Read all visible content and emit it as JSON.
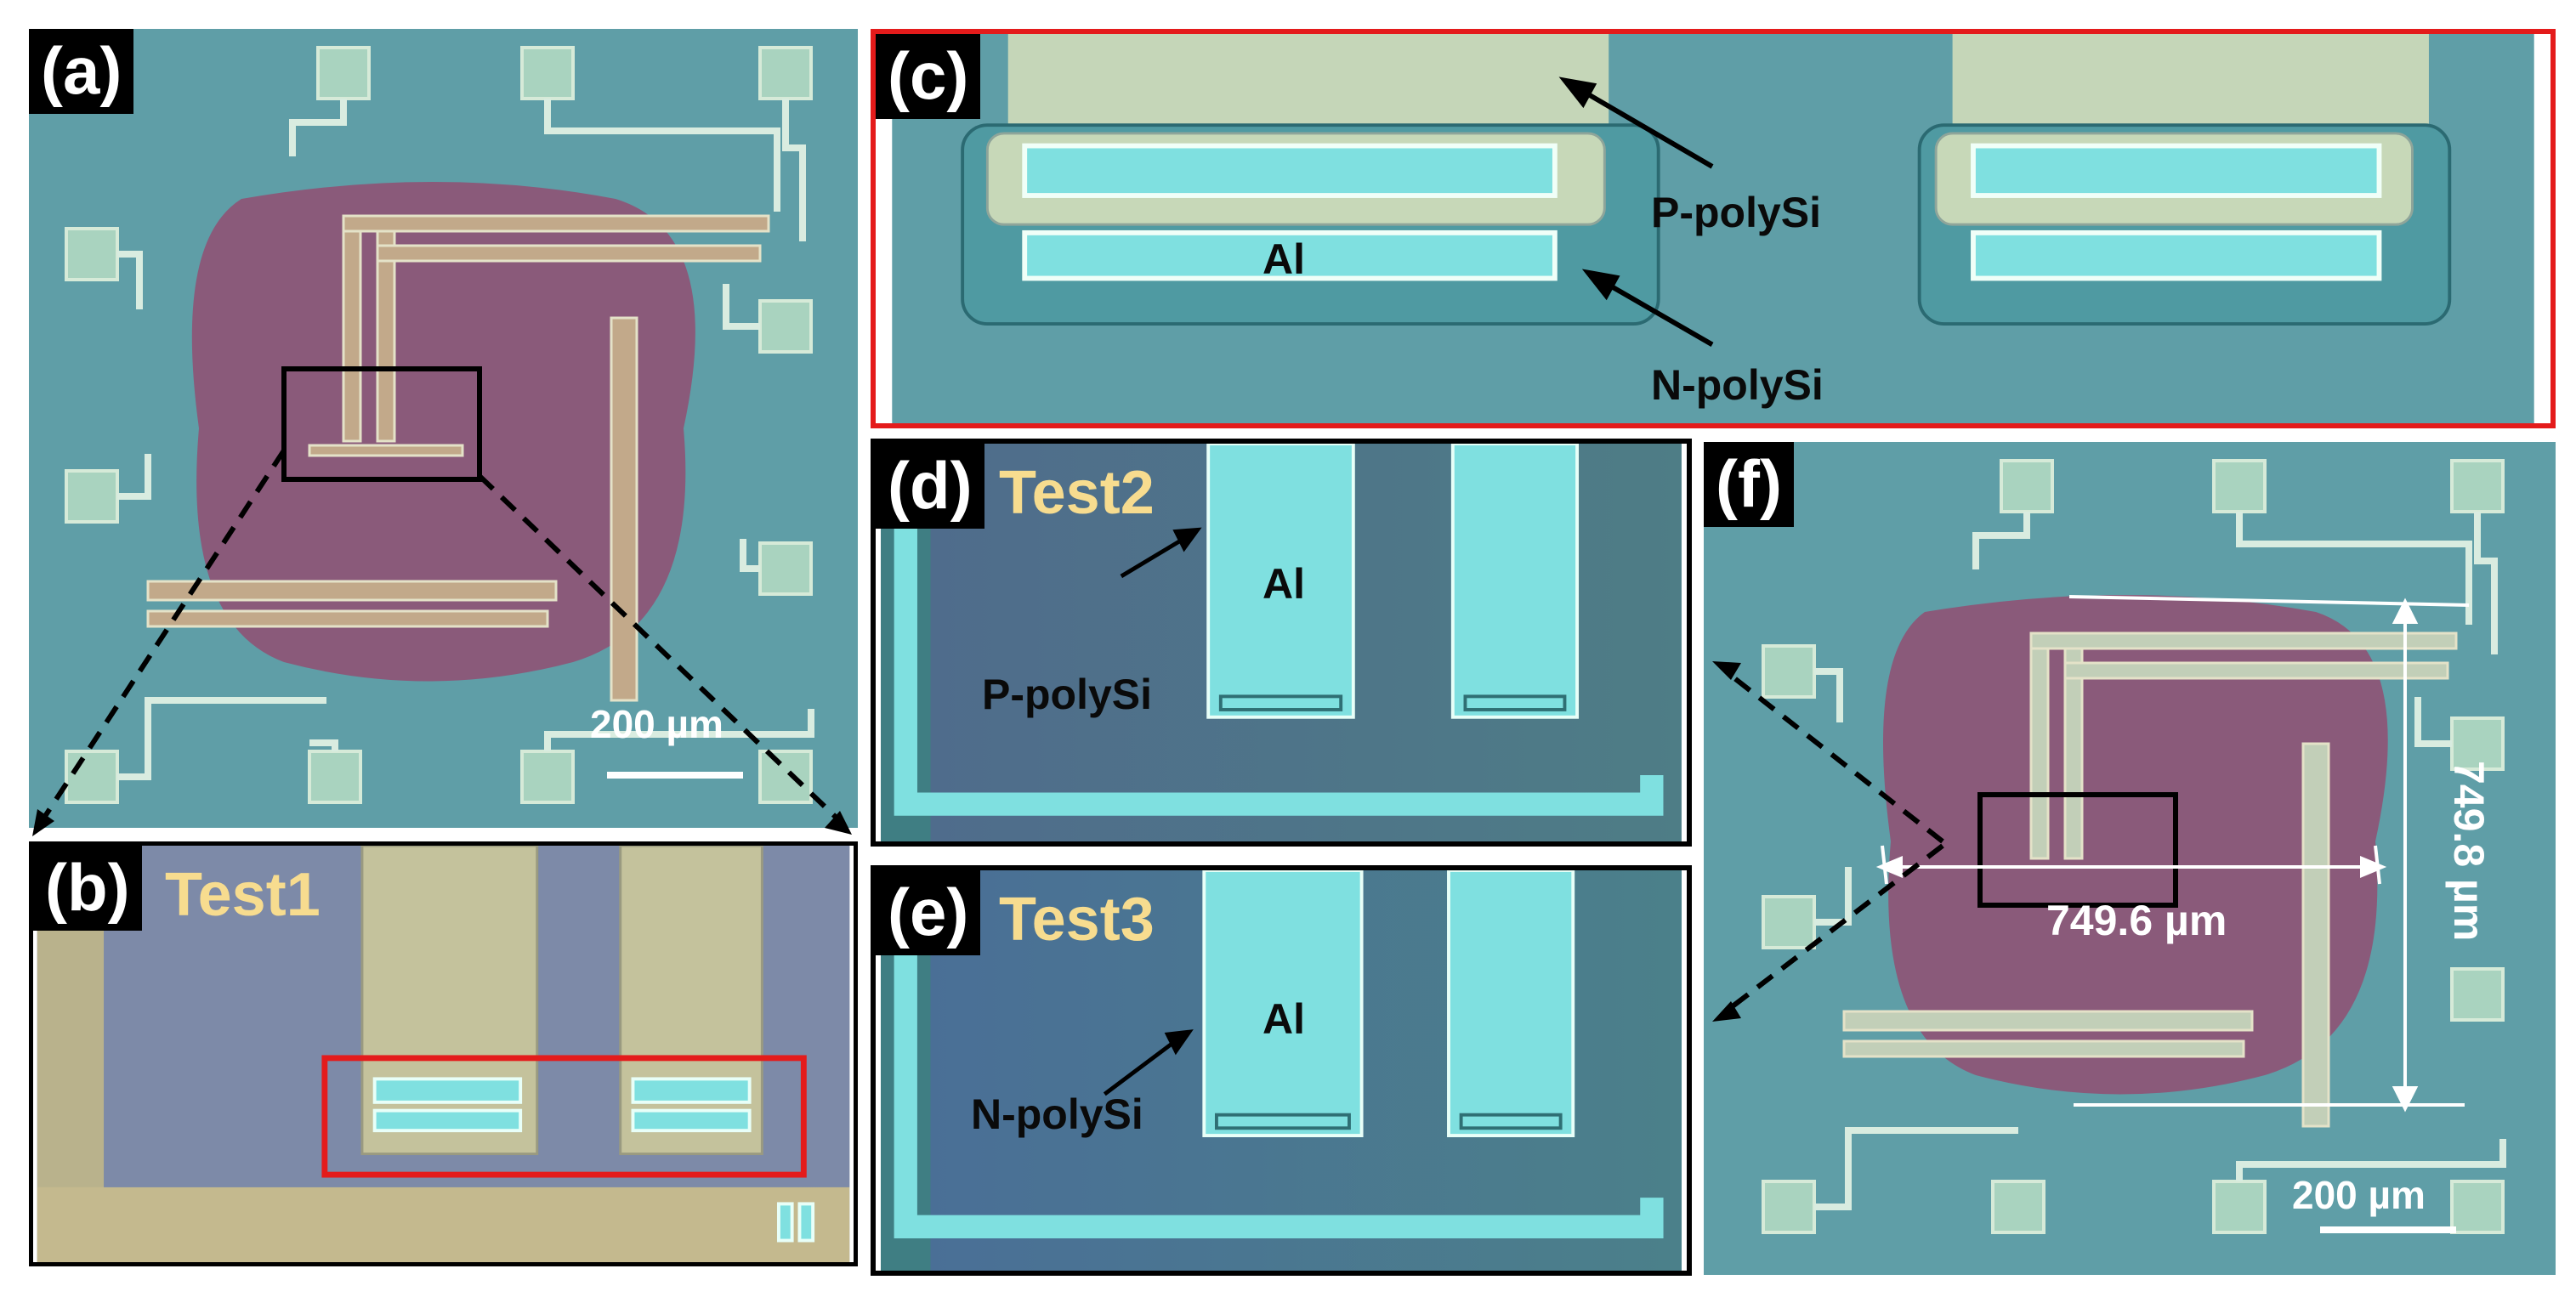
{
  "panels": {
    "a": {
      "tag": "(a)",
      "scale": "200 µm"
    },
    "b": {
      "tag": "(b)",
      "test": "Test1"
    },
    "c": {
      "tag": "(c)",
      "al": "Al",
      "p_poly": "P-polySi",
      "n_poly": "N-polySi"
    },
    "d": {
      "tag": "(d)",
      "test": "Test2",
      "al": "Al",
      "poly": "P-polySi"
    },
    "e": {
      "tag": "(e)",
      "test": "Test3",
      "al": "Al",
      "poly": "N-polySi"
    },
    "f": {
      "tag": "(f)",
      "width": "749.6 µm",
      "height": "749.8 µm",
      "scale": "200 µm"
    }
  },
  "colors": {
    "substrate": "#5d9fa8",
    "membrane": "#8a5a7c",
    "metal": "#b8d6c7",
    "pad": "#9fcfb8",
    "al_bright": "#7fe0e0",
    "frame_red": "#e41b1b",
    "label_gold": "#f7dc8f"
  }
}
